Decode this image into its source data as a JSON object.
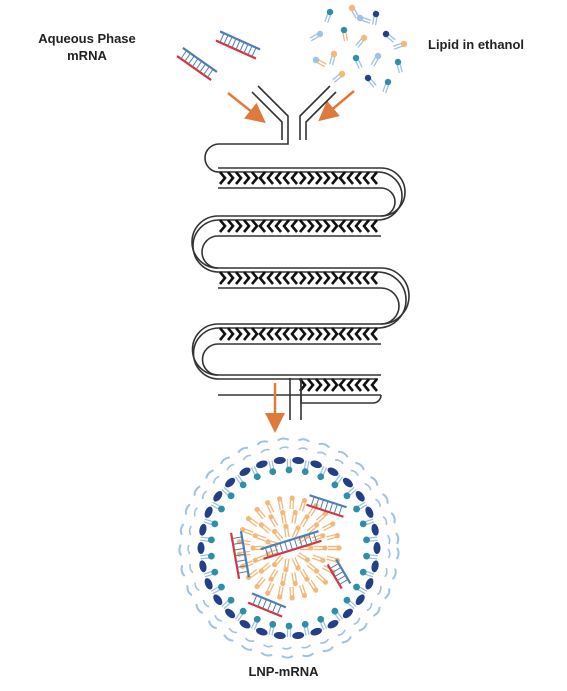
{
  "labels": {
    "aqueous_line1": "Aqueous Phase",
    "aqueous_line2": "mRNA",
    "lipid": "Lipid in ethanol",
    "product": "LNP-mRNA"
  },
  "colors": {
    "arrow": "#e07a3c",
    "mrna_red": "#d9343a",
    "mrna_blue": "#4f7fb2",
    "lipid_teal": "#2f8fa6",
    "lipid_light_blue": "#9fc3e0",
    "lipid_orange": "#f4b87a",
    "lipid_navy": "#243f86",
    "channel": "#333333",
    "mixer": "#111111"
  },
  "icons": {
    "aqueous_input": "mrna-double-helix-icon",
    "lipid_input": "lipid-molecules-icon",
    "mixer": "herringbone-microfluidic-mixer-icon",
    "product": "lipid-nanoparticle-icon"
  }
}
